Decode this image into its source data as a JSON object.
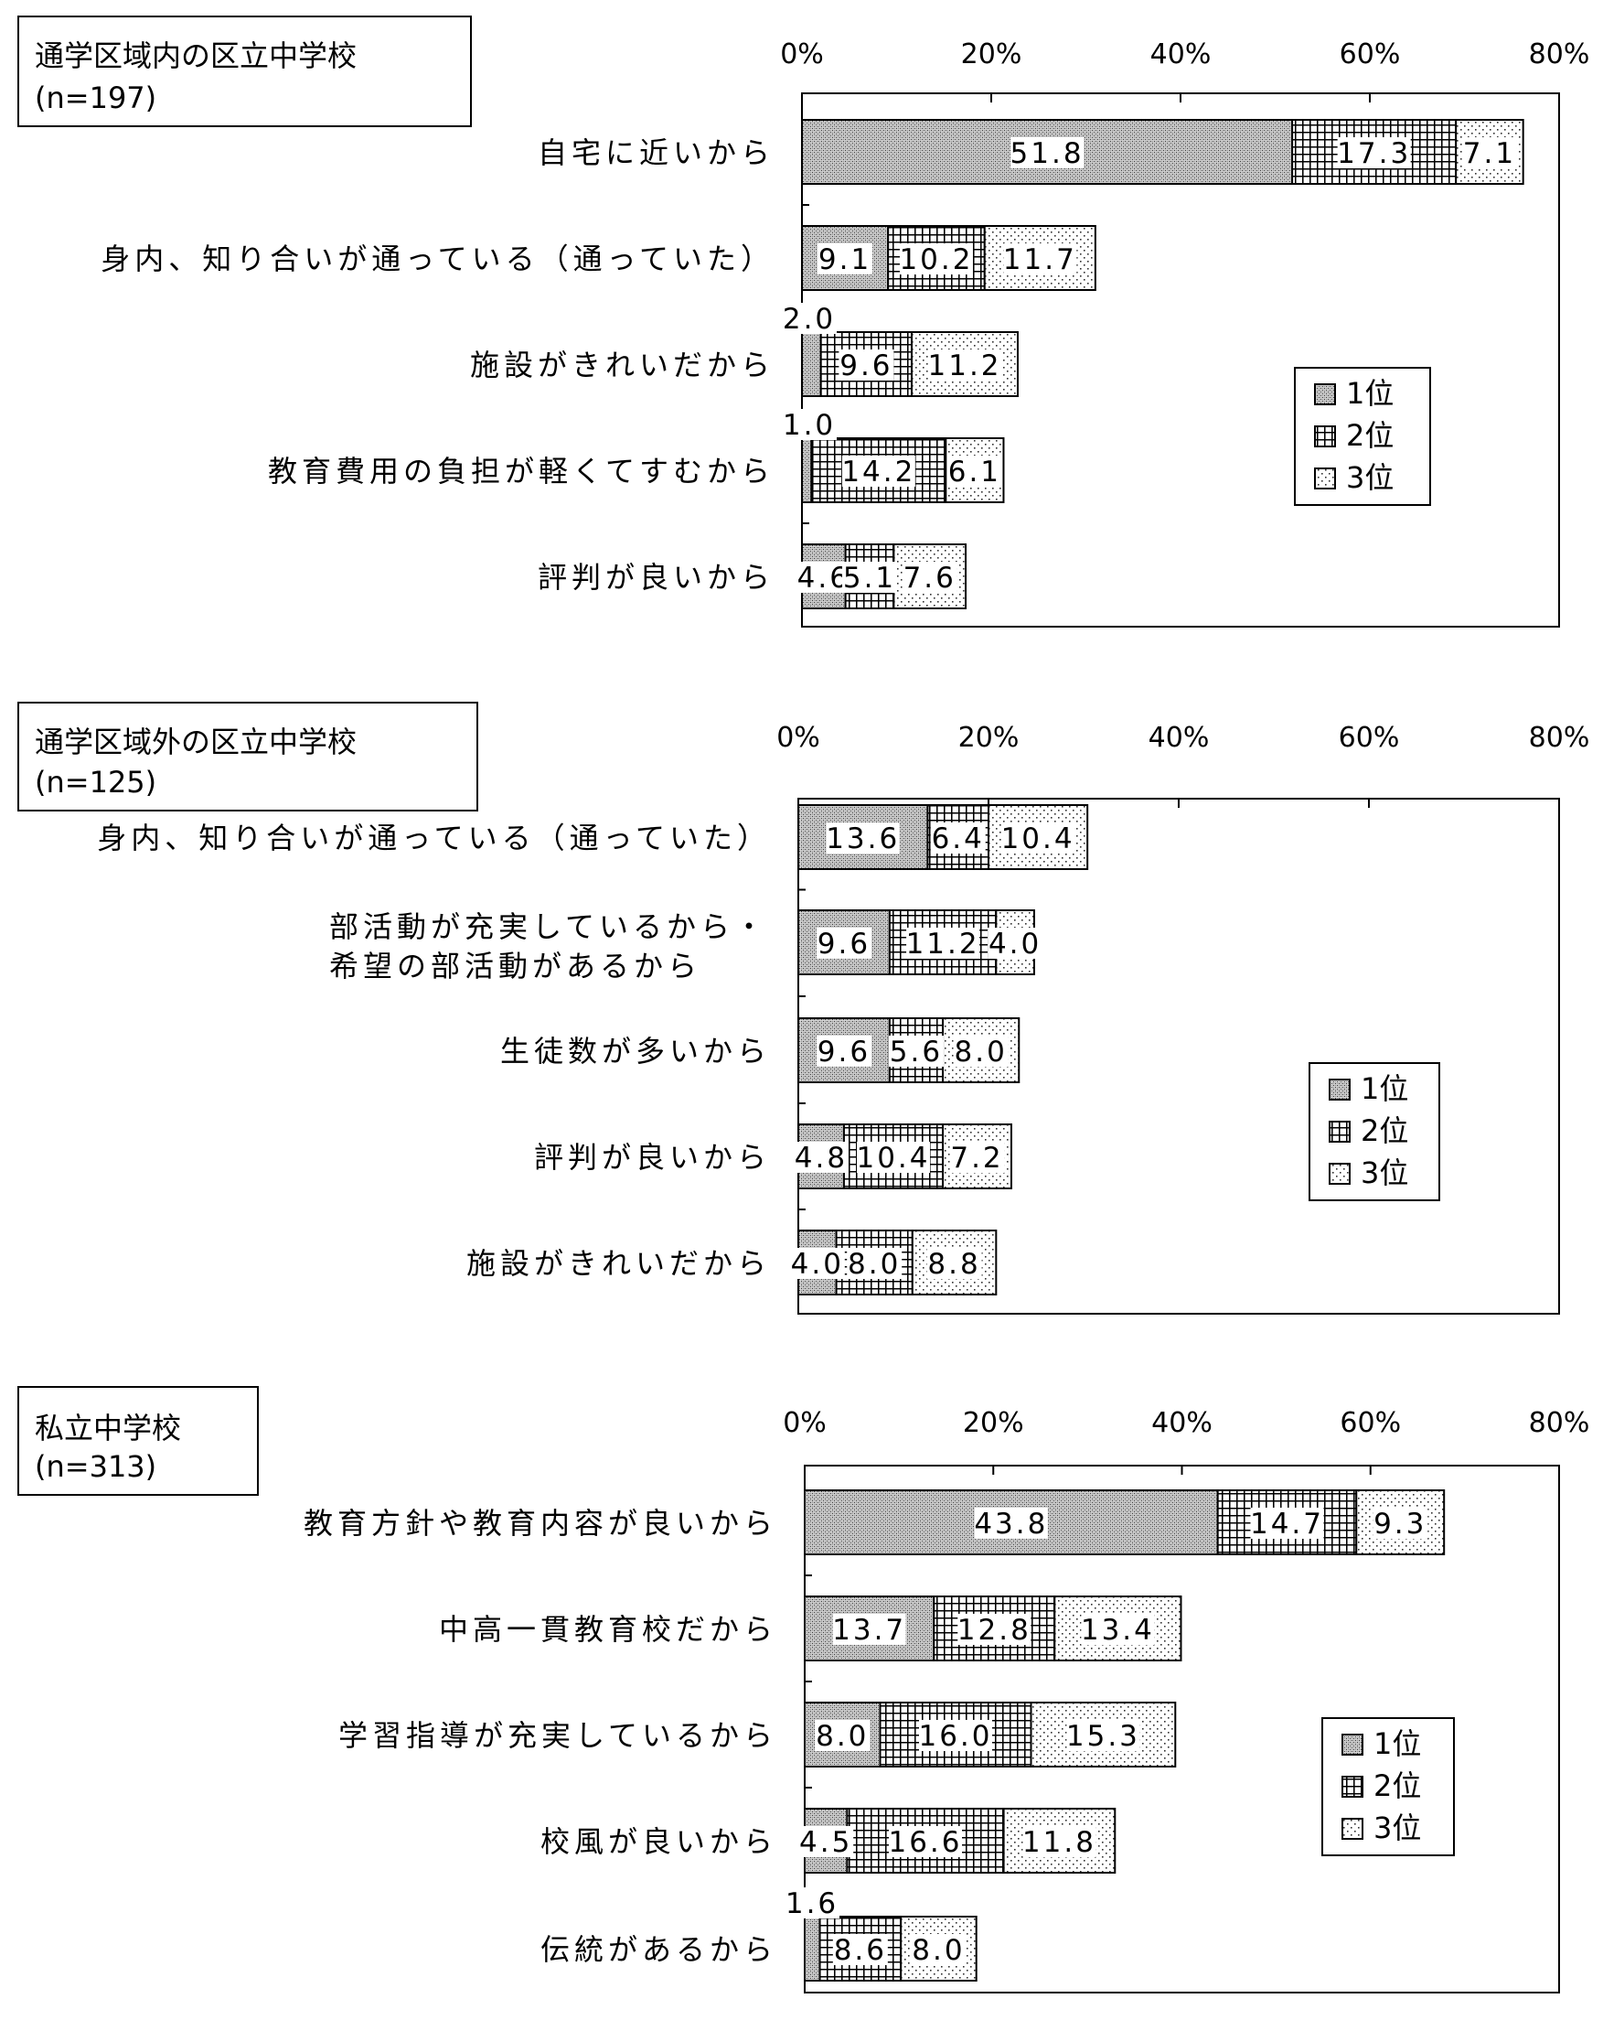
{
  "legend_labels": [
    "1位",
    "2位",
    "3位"
  ],
  "chart_data": [
    {
      "type": "bar",
      "orientation": "horizontal",
      "stacked": true,
      "title": "通学区域内の区立中学校",
      "subtitle": "(n=197)",
      "xlim": [
        0,
        80
      ],
      "x_ticks": [
        "0%",
        "20%",
        "40%",
        "60%",
        "80%"
      ],
      "categories": [
        "自宅に近いから",
        "身内、知り合いが通っている（通っていた）",
        "施設がきれいだから",
        "教育費用の負担が軽くてすむから",
        "評判が良いから"
      ],
      "series": [
        {
          "name": "1位",
          "values": [
            51.8,
            9.1,
            2.0,
            1.0,
            4.6
          ]
        },
        {
          "name": "2位",
          "values": [
            17.3,
            10.2,
            9.6,
            14.2,
            5.1
          ]
        },
        {
          "name": "3位",
          "values": [
            7.1,
            11.7,
            11.2,
            6.1,
            7.6
          ]
        }
      ],
      "data_labels": [
        [
          "51.8",
          "17.3",
          "7.1"
        ],
        [
          "9.1",
          "10.2",
          "11.7"
        ],
        [
          "2.0",
          "9.6",
          "11.2"
        ],
        [
          "1.0",
          "14.2",
          "6.1"
        ],
        [
          "4.6",
          "5.1",
          "7.6"
        ]
      ],
      "legend_position": "right"
    },
    {
      "type": "bar",
      "orientation": "horizontal",
      "stacked": true,
      "title": "通学区域外の区立中学校",
      "subtitle": "(n=125)",
      "xlim": [
        0,
        80
      ],
      "x_ticks": [
        "0%",
        "20%",
        "40%",
        "60%",
        "80%"
      ],
      "categories": [
        "身内、知り合いが通っている（通っていた）",
        "部活動が充実しているから・\n希望の部活動があるから",
        "生徒数が多いから",
        "評判が良いから",
        "施設がきれいだから"
      ],
      "series": [
        {
          "name": "1位",
          "values": [
            13.6,
            9.6,
            9.6,
            4.8,
            4.0
          ]
        },
        {
          "name": "2位",
          "values": [
            6.4,
            11.2,
            5.6,
            10.4,
            8.0
          ]
        },
        {
          "name": "3位",
          "values": [
            10.4,
            4.0,
            8.0,
            7.2,
            8.8
          ]
        }
      ],
      "data_labels": [
        [
          "13.6",
          "6.4",
          "10.4"
        ],
        [
          "9.6",
          "11.2",
          "4.0"
        ],
        [
          "9.6",
          "5.6",
          "8.0"
        ],
        [
          "4.8",
          "10.4",
          "7.2"
        ],
        [
          "4.0",
          "8.0",
          "8.8"
        ]
      ],
      "legend_position": "right"
    },
    {
      "type": "bar",
      "orientation": "horizontal",
      "stacked": true,
      "title": "私立中学校",
      "subtitle": "(n=313)",
      "xlim": [
        0,
        80
      ],
      "x_ticks": [
        "0%",
        "20%",
        "40%",
        "60%",
        "80%"
      ],
      "categories": [
        "教育方針や教育内容が良いから",
        "中高一貫教育校だから",
        "学習指導が充実しているから",
        "校風が良いから",
        "伝統があるから"
      ],
      "series": [
        {
          "name": "1位",
          "values": [
            43.8,
            13.7,
            8.0,
            4.5,
            1.6
          ]
        },
        {
          "name": "2位",
          "values": [
            14.7,
            12.8,
            16.0,
            16.6,
            8.6
          ]
        },
        {
          "name": "3位",
          "values": [
            9.3,
            13.4,
            15.3,
            11.8,
            8.0
          ]
        }
      ],
      "data_labels": [
        [
          "43.8",
          "14.7",
          "9.3"
        ],
        [
          "13.7",
          "12.8",
          "13.4"
        ],
        [
          "8.0",
          "16.0",
          "15.3"
        ],
        [
          "4.5",
          "16.6",
          "11.8"
        ],
        [
          "1.6",
          "8.6",
          "8.0"
        ]
      ],
      "legend_position": "right"
    }
  ]
}
